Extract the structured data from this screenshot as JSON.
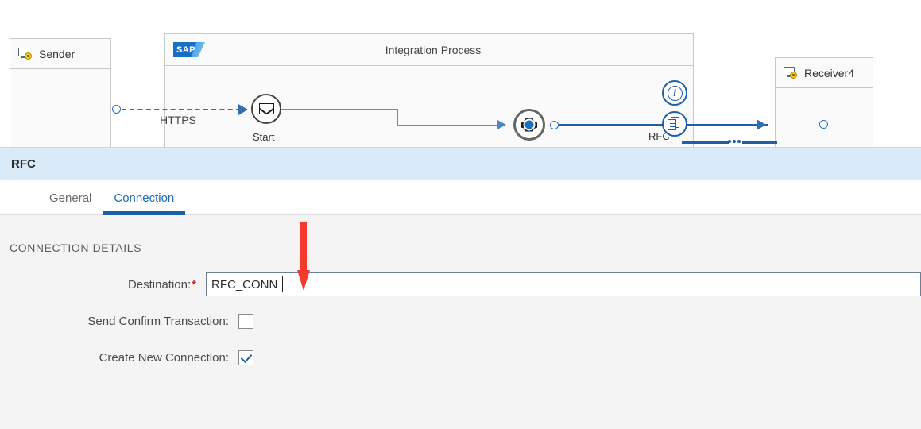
{
  "canvas": {
    "sender": {
      "title": "Sender",
      "icon": "system-icon"
    },
    "process": {
      "title": "Integration Process",
      "logo": "sap-logo",
      "logo_text": "SAP"
    },
    "receiver": {
      "title": "Receiver4",
      "icon": "system-icon"
    },
    "flows": {
      "https_label": "HTTPS"
    },
    "nodes": {
      "start": {
        "label": "Start",
        "icon": "message-start-event-icon"
      },
      "converter": {
        "label": "",
        "icon": "converter-icon"
      },
      "rfc": {
        "label": "RFC",
        "icon": "rfc-adapter-icon"
      }
    },
    "overlays": {
      "info": "info-icon",
      "copy": "copy-icon"
    }
  },
  "dialog": {
    "title": "RFC",
    "tabs": [
      {
        "label": "General",
        "active": false
      },
      {
        "label": "Connection",
        "active": true
      }
    ],
    "section_title": "CONNECTION DETAILS",
    "fields": [
      {
        "label": "Destination:",
        "required": true,
        "type": "text",
        "value": "RFC_CONN",
        "placeholder": ""
      },
      {
        "label": "Send Confirm Transaction:",
        "required": false,
        "type": "checkbox",
        "checked": false
      },
      {
        "label": "Create New Connection:",
        "required": false,
        "type": "checkbox",
        "checked": true
      }
    ]
  },
  "annotation": {
    "type": "arrow",
    "color": "#f4392f",
    "points_to": "destination-input"
  },
  "colors": {
    "accent": "#1a5fa8",
    "header_band": "#d9eaf9",
    "flow_blue": "#1f5fa8",
    "flow_light_blue": "#5a93cc",
    "required_star": "#c62828",
    "annotation_red": "#f4392f"
  }
}
